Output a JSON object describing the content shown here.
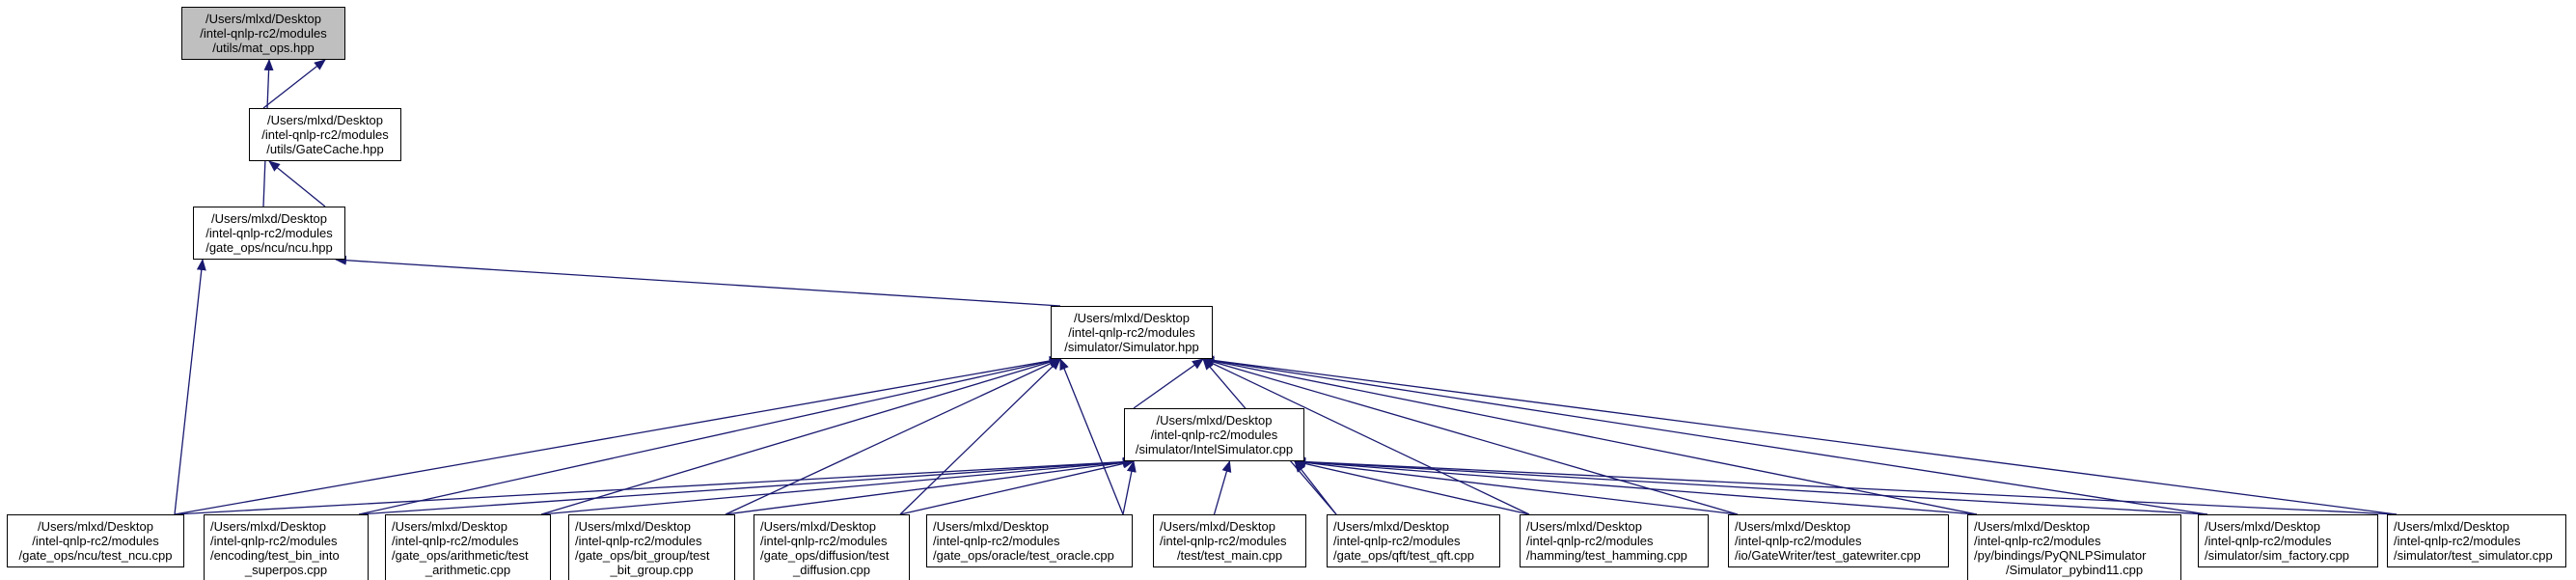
{
  "nodes": {
    "mat_ops": {
      "lines": [
        "/Users/mlxd/Desktop",
        "/intel-qnlp-rc2/modules",
        "/utils/mat_ops.hpp"
      ],
      "current": true
    },
    "gatecache": {
      "lines": [
        "/Users/mlxd/Desktop",
        "/intel-qnlp-rc2/modules",
        "/utils/GateCache.hpp"
      ]
    },
    "ncu": {
      "lines": [
        "/Users/mlxd/Desktop",
        "/intel-qnlp-rc2/modules",
        "/gate_ops/ncu/ncu.hpp"
      ]
    },
    "simulator": {
      "lines": [
        "/Users/mlxd/Desktop",
        "/intel-qnlp-rc2/modules",
        "/simulator/Simulator.hpp"
      ]
    },
    "intelsim": {
      "lines": [
        "/Users/mlxd/Desktop",
        "/intel-qnlp-rc2/modules",
        "/simulator/IntelSimulator.cpp"
      ]
    },
    "test_ncu": {
      "lines": [
        "/Users/mlxd/Desktop",
        "/intel-qnlp-rc2/modules",
        "/gate_ops/ncu/test_ncu.cpp"
      ]
    },
    "test_bin": {
      "lines": [
        "/Users/mlxd/Desktop",
        "/intel-qnlp-rc2/modules",
        "/encoding/test_bin_into",
        "_superpos.cpp"
      ]
    },
    "test_arith": {
      "lines": [
        "/Users/mlxd/Desktop",
        "/intel-qnlp-rc2/modules",
        "/gate_ops/arithmetic/test",
        "_arithmetic.cpp"
      ]
    },
    "test_bitgroup": {
      "lines": [
        "/Users/mlxd/Desktop",
        "/intel-qnlp-rc2/modules",
        "/gate_ops/bit_group/test",
        "_bit_group.cpp"
      ]
    },
    "test_diffusion": {
      "lines": [
        "/Users/mlxd/Desktop",
        "/intel-qnlp-rc2/modules",
        "/gate_ops/diffusion/test",
        "_diffusion.cpp"
      ]
    },
    "test_oracle": {
      "lines": [
        "/Users/mlxd/Desktop",
        "/intel-qnlp-rc2/modules",
        "/gate_ops/oracle/test_oracle.cpp"
      ]
    },
    "test_main": {
      "lines": [
        "/Users/mlxd/Desktop",
        "/intel-qnlp-rc2/modules",
        "/test/test_main.cpp"
      ]
    },
    "test_qft": {
      "lines": [
        "/Users/mlxd/Desktop",
        "/intel-qnlp-rc2/modules",
        "/gate_ops/qft/test_qft.cpp"
      ]
    },
    "test_hamming": {
      "lines": [
        "/Users/mlxd/Desktop",
        "/intel-qnlp-rc2/modules",
        "/hamming/test_hamming.cpp"
      ]
    },
    "test_gatewriter": {
      "lines": [
        "/Users/mlxd/Desktop",
        "/intel-qnlp-rc2/modules",
        "/io/GateWriter/test_gatewriter.cpp"
      ]
    },
    "pybind": {
      "lines": [
        "/Users/mlxd/Desktop",
        "/intel-qnlp-rc2/modules",
        "/py/bindings/PyQNLPSimulator",
        "/Simulator_pybind11.cpp"
      ]
    },
    "sim_factory": {
      "lines": [
        "/Users/mlxd/Desktop",
        "/intel-qnlp-rc2/modules",
        "/simulator/sim_factory.cpp"
      ]
    },
    "test_simulator": {
      "lines": [
        "/Users/mlxd/Desktop",
        "/intel-qnlp-rc2/modules",
        "/simulator/test_simulator.cpp"
      ]
    }
  },
  "edges": [
    [
      "gatecache",
      "mat_ops"
    ],
    [
      "ncu",
      "mat_ops"
    ],
    [
      "ncu",
      "gatecache"
    ],
    [
      "simulator",
      "ncu"
    ],
    [
      "test_ncu",
      "ncu"
    ],
    [
      "intelsim",
      "simulator"
    ],
    [
      "test_ncu",
      "simulator"
    ],
    [
      "test_bin",
      "simulator"
    ],
    [
      "test_arith",
      "simulator"
    ],
    [
      "test_bitgroup",
      "simulator"
    ],
    [
      "test_diffusion",
      "simulator"
    ],
    [
      "test_oracle",
      "simulator"
    ],
    [
      "test_qft",
      "simulator"
    ],
    [
      "test_hamming",
      "simulator"
    ],
    [
      "test_gatewriter",
      "simulator"
    ],
    [
      "pybind",
      "simulator"
    ],
    [
      "sim_factory",
      "simulator"
    ],
    [
      "test_simulator",
      "simulator"
    ],
    [
      "test_ncu",
      "intelsim"
    ],
    [
      "test_bin",
      "intelsim"
    ],
    [
      "test_arith",
      "intelsim"
    ],
    [
      "test_bitgroup",
      "intelsim"
    ],
    [
      "test_diffusion",
      "intelsim"
    ],
    [
      "test_oracle",
      "intelsim"
    ],
    [
      "test_main",
      "intelsim"
    ],
    [
      "test_qft",
      "intelsim"
    ],
    [
      "test_hamming",
      "intelsim"
    ],
    [
      "test_gatewriter",
      "intelsim"
    ],
    [
      "pybind",
      "intelsim"
    ],
    [
      "sim_factory",
      "intelsim"
    ],
    [
      "test_simulator",
      "intelsim"
    ]
  ],
  "colors": {
    "edge": "#191970",
    "node_border": "#000000",
    "current_fill": "#bfbfbf",
    "node_fill": "#ffffff"
  }
}
